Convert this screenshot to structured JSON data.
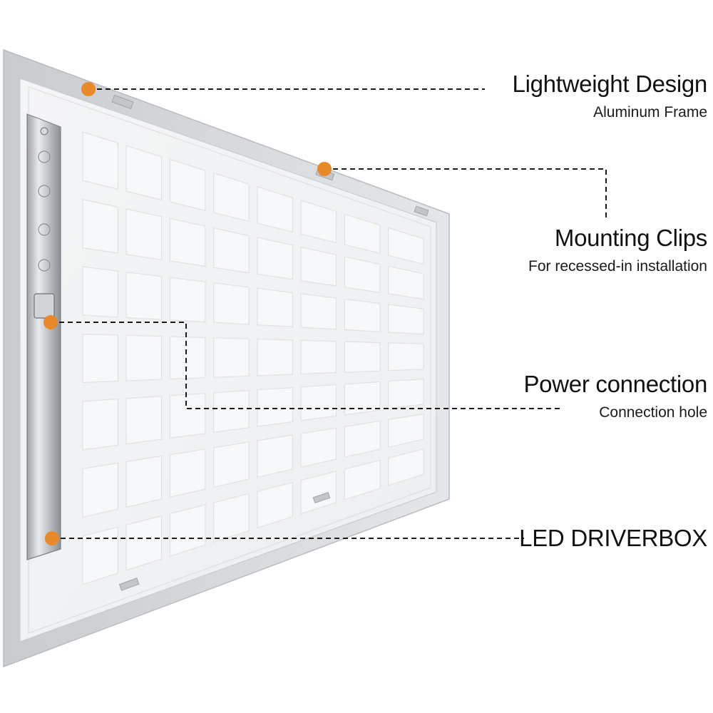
{
  "colors": {
    "marker": "#E8892C",
    "leader_line": "#1a1a1a",
    "panel_face": "#F2F3F4",
    "frame": "#D6D8DB"
  },
  "callouts": [
    {
      "title": "Lightweight Design",
      "subtitle": "Aluminum Frame"
    },
    {
      "title": "Mounting Clips",
      "subtitle": "For recessed-in installation"
    },
    {
      "title": "Power connection",
      "subtitle": "Connection hole"
    },
    {
      "title": "LED DRIVERBOX",
      "subtitle": ""
    }
  ]
}
